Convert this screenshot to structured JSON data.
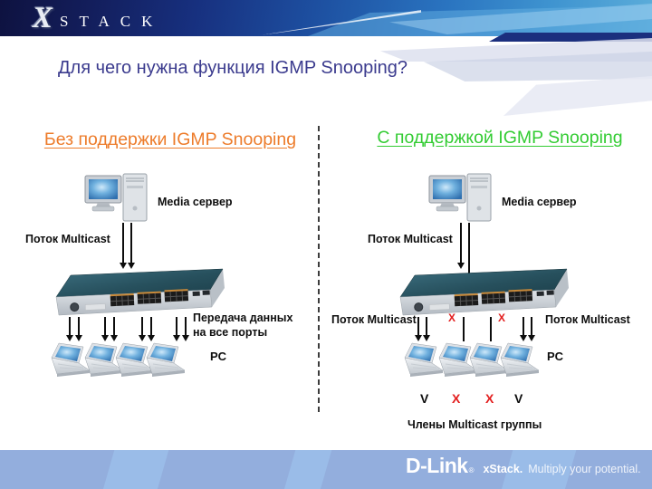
{
  "header": {
    "logo_x": "X",
    "logo_word": "STACK"
  },
  "title": "Для чего нужна функция IGMP Snooping?",
  "left": {
    "heading": "Без поддержки IGMP Snooping",
    "media_server_label": "Media сервер",
    "stream_label": "Поток Multicast",
    "broadcast_line1": "Передача данных",
    "broadcast_line2": "на все порты",
    "pc_label": "PC"
  },
  "right": {
    "heading": "С поддержкой IGMP Snooping",
    "media_server_label": "Media сервер",
    "stream_label": "Поток Multicast",
    "stream_label_left": "Поток Multicast",
    "stream_label_right": "Поток Multicast",
    "blocked_marks": [
      "X",
      "X"
    ],
    "pc_label": "PC",
    "membership_marks": [
      "V",
      "X",
      "X",
      "V"
    ],
    "membership_label": "Члены Multicast группы"
  },
  "footer": {
    "brand": "D-Link",
    "reg": "®",
    "product": "xStack.",
    "tagline": "Multiply your potential."
  },
  "colors": {
    "heading_left": "#ed7c2b",
    "heading_right": "#33cc33",
    "title": "#3b3b8e",
    "blocked_x": "#e31e1e",
    "footer_band": "#93aedd",
    "banner_navy": "#0e1240"
  }
}
